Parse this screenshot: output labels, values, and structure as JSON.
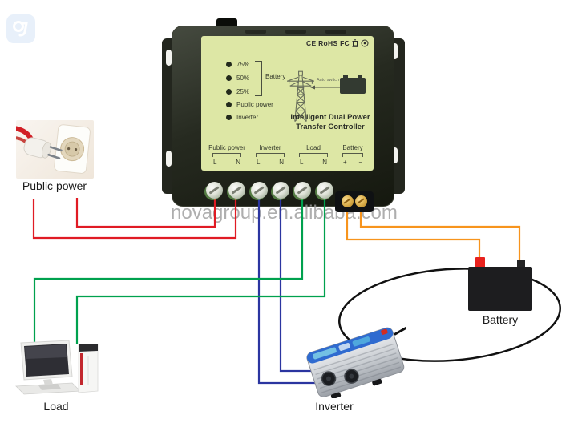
{
  "watermark": {
    "text": "novagroup.en.alibaba.com"
  },
  "controller": {
    "certifications": "CE RoHS FC",
    "leds": [
      {
        "label": "75%"
      },
      {
        "label": "50%"
      },
      {
        "label": "25%"
      },
      {
        "label": "Public power"
      },
      {
        "label": "Inverter"
      }
    ],
    "battery_group_label": "Battery",
    "auto_switch_label": "Auto switch",
    "title_line1": "Intelligent Dual Power",
    "title_line2": "Transfer Controller",
    "terminals": [
      {
        "name": "Public power",
        "pins": [
          "L",
          "N"
        ]
      },
      {
        "name": "Inverter",
        "pins": [
          "L",
          "N"
        ]
      },
      {
        "name": "Load",
        "pins": [
          "L",
          "N"
        ]
      },
      {
        "name": "Battery",
        "pins": [
          "+",
          "−"
        ]
      }
    ]
  },
  "devices": {
    "public_power_label": "Public power",
    "load_label": "Load",
    "inverter_label": "Inverter",
    "battery_label": "Battery"
  },
  "colors": {
    "wire_public_power": "#e01b24",
    "wire_inverter": "#2b35a0",
    "wire_load": "#00a14e",
    "wire_battery": "#f7941d",
    "cable_black": "#111111",
    "panel": "#dde7a5",
    "body": "#22271f",
    "watermark_gray": "#9a9a9a"
  }
}
